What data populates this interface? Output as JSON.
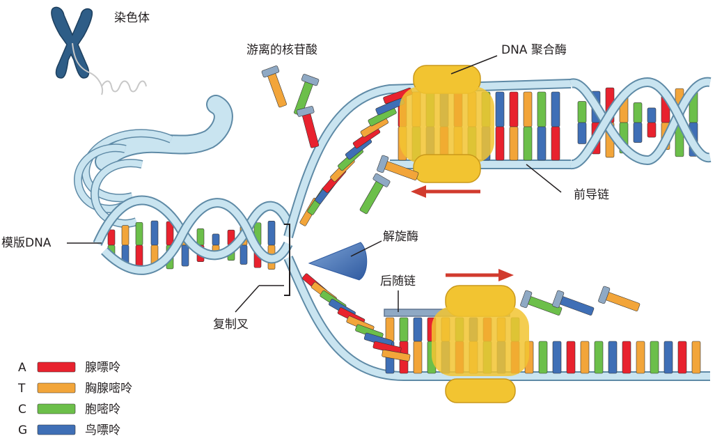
{
  "labels": {
    "chromosome": "染色体",
    "free_nucleotides": "游离的核苷酸",
    "dna_polymerase": "DNA 聚合酶",
    "leading_strand": "前导链",
    "template_dna": "模版DNA",
    "helicase": "解旋酶",
    "lagging_strand": "后随链",
    "replication_fork": "复制叉"
  },
  "legend": [
    {
      "letter": "A",
      "name": "腺嘌呤",
      "color": "#e8222e",
      "icon": "arrow-tip"
    },
    {
      "letter": "T",
      "name": "胸腺嘧呤",
      "color": "#f2a53a",
      "icon": "notch-tail"
    },
    {
      "letter": "C",
      "name": "胞嘧呤",
      "color": "#6cbf4a",
      "icon": "round-ends"
    },
    {
      "letter": "G",
      "name": "鸟嘌呤",
      "color": "#3f6fb6",
      "icon": "notch-in"
    }
  ],
  "colors": {
    "backbone": "#c9e4f0",
    "backbone_edge": "#5e8aa6",
    "polymerase": "#f2c431",
    "helicase": "#4a78b8",
    "arrow": "#d13b2e"
  }
}
